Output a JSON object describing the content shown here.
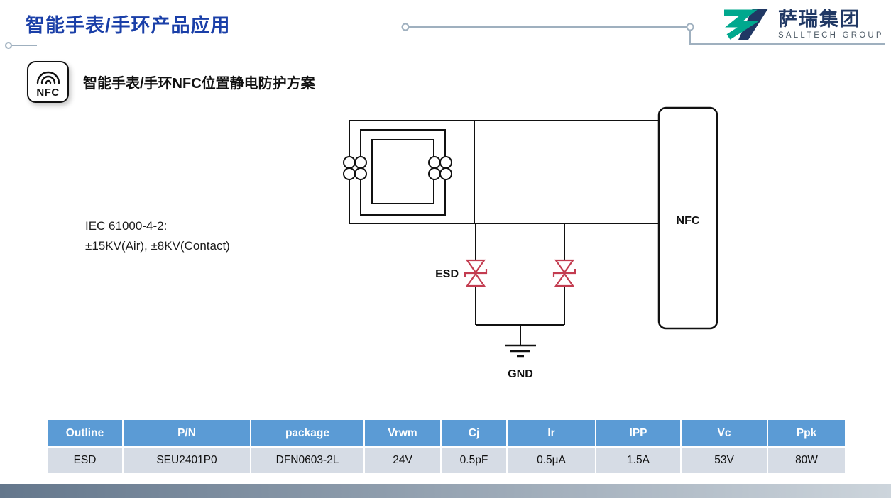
{
  "header": {
    "title": "智能手表/手环产品应用",
    "logo_text": "萨瑞集团",
    "logo_subtext": "SALLTECH GROUP"
  },
  "section": {
    "badge_label": "NFC",
    "subtitle": "智能手表/手环NFC位置静电防护方案"
  },
  "diagram": {
    "iec_line1": "IEC 61000-4-2:",
    "iec_line2": "±15KV(Air), ±8KV(Contact)",
    "esd_label": "ESD",
    "gnd_label": "GND",
    "nfc_block_label": "NFC"
  },
  "colors": {
    "title_blue": "#1A3FA8",
    "diode_red": "#C33C50",
    "header_bg": "#5B9BD5",
    "row_bg": "#D6DCE5",
    "logo_green": "#00A88E",
    "logo_navy": "#203864"
  },
  "table": {
    "headers": [
      "Outline",
      "P/N",
      "package",
      "Vrwm",
      "Cj",
      "Ir",
      "IPP",
      "Vc",
      "Ppk"
    ],
    "rows": [
      [
        "ESD",
        "SEU2401P0",
        "DFN0603-2L",
        "24V",
        "0.5pF",
        "0.5µA",
        "1.5A",
        "53V",
        "80W"
      ]
    ]
  }
}
